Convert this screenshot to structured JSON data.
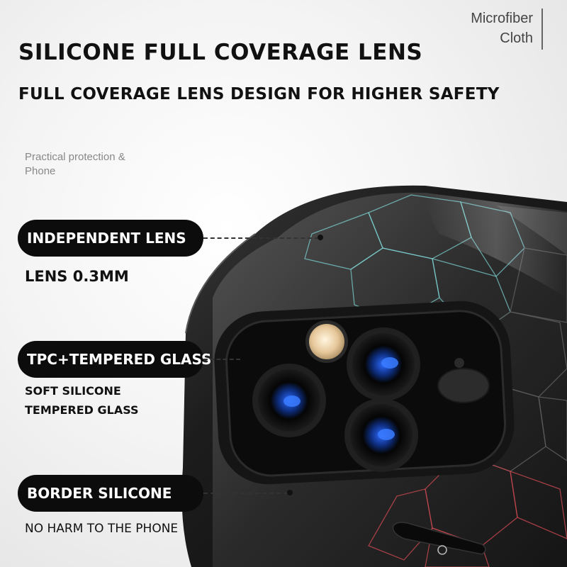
{
  "heading": {
    "title": "SILICONE FULL COVERAGE LENS",
    "subtitle": "FULL COVERAGE LENS DESIGN FOR HIGHER SAFETY"
  },
  "corner_label": {
    "line1": "Microfiber",
    "line2": "Cloth"
  },
  "practical_note": "Practical protection & Phone",
  "features": [
    {
      "label": "INDEPENDENT LENS",
      "details": [
        "LENS 0.3MM"
      ]
    },
    {
      "label": "TPC+TEMPERED GLASS",
      "details": [
        "SOFT SILICONE",
        "TEMPERED GLASS"
      ]
    },
    {
      "label": "BORDER SILICONE",
      "details": [
        "NO HARM TO THE PHONE"
      ]
    }
  ],
  "colors": {
    "pill_background": "#0c0c0c",
    "case_black": "#1a1a1a",
    "hex_accent_teal": "#7fd6d6",
    "hex_accent_red": "#c4474f",
    "lens_blue": "#1d4fd8"
  },
  "icons": [
    "camera-lens-icon",
    "flash-icon",
    "power-button-icon"
  ]
}
